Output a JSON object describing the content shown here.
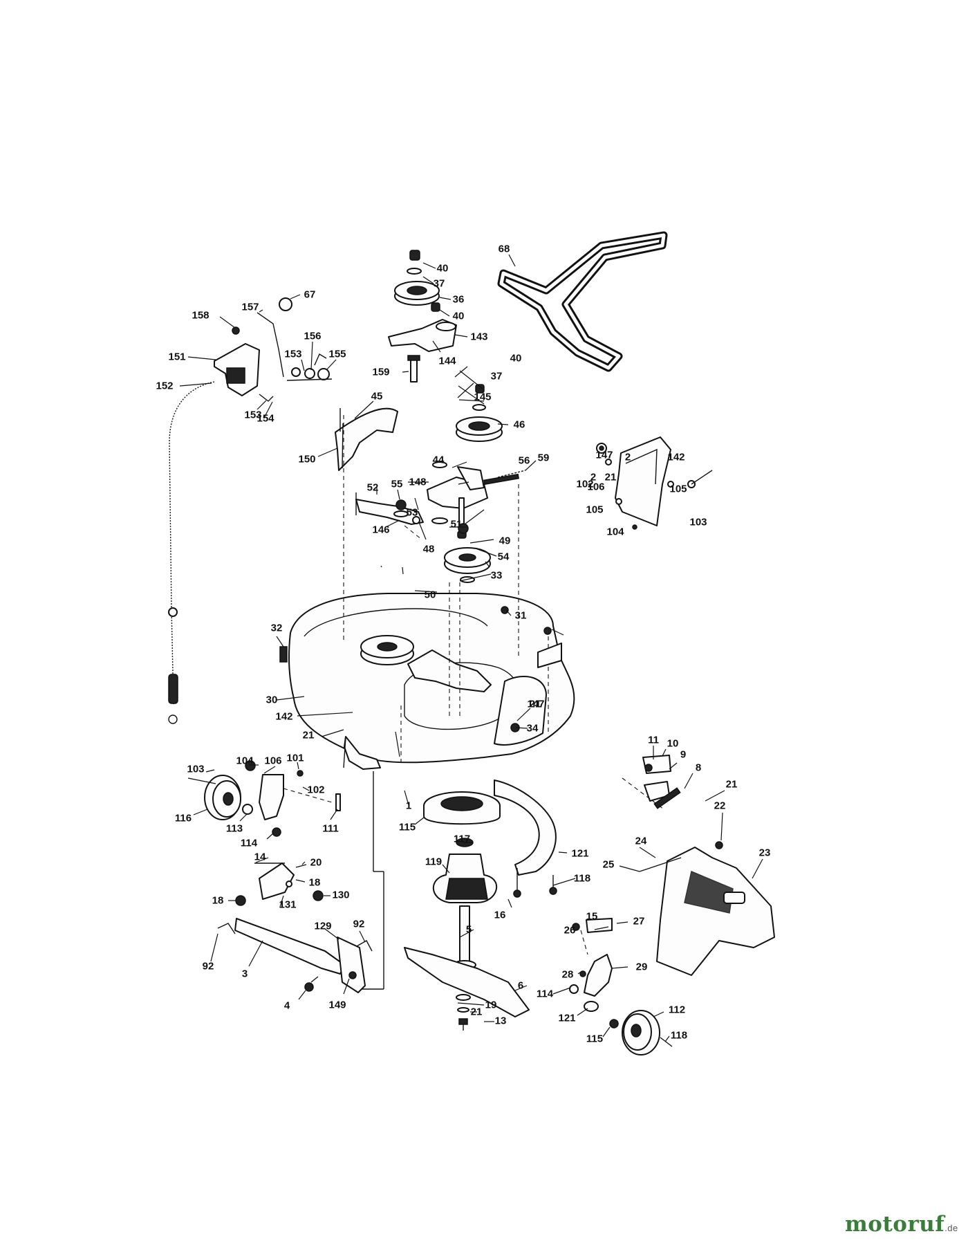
{
  "watermark": {
    "brand": "motoruf",
    "tld": ".de",
    "color": "#3a7d3a"
  },
  "callouts": [
    "40",
    "37",
    "36",
    "40",
    "143",
    "144",
    "159",
    "68",
    "67",
    "157",
    "158",
    "151",
    "153",
    "156",
    "155",
    "152",
    "153",
    "154",
    "45",
    "150",
    "40",
    "37",
    "145",
    "46",
    "44",
    "56",
    "59",
    "148",
    "55",
    "52",
    "53",
    "51",
    "146",
    "48",
    "49",
    "54",
    "33",
    "50",
    "32",
    "31",
    "30",
    "147",
    "142",
    "34",
    "21",
    "21",
    "1",
    "147",
    "2",
    "21",
    "142",
    "2",
    "106",
    "102",
    "105",
    "103",
    "105",
    "104",
    "103",
    "104",
    "106",
    "101",
    "102",
    "116",
    "113",
    "111",
    "114",
    "115",
    "117",
    "119",
    "121",
    "118",
    "16",
    "15",
    "14",
    "20",
    "18",
    "18",
    "130",
    "131",
    "129",
    "92",
    "92",
    "3",
    "4",
    "149",
    "5",
    "6",
    "19",
    "21",
    "13",
    "11",
    "10",
    "9",
    "8",
    "21",
    "22",
    "23",
    "24",
    "25",
    "26",
    "27",
    "28",
    "29",
    "114",
    "121",
    "115",
    "112",
    "118",
    "119",
    "117",
    "113",
    "116"
  ]
}
